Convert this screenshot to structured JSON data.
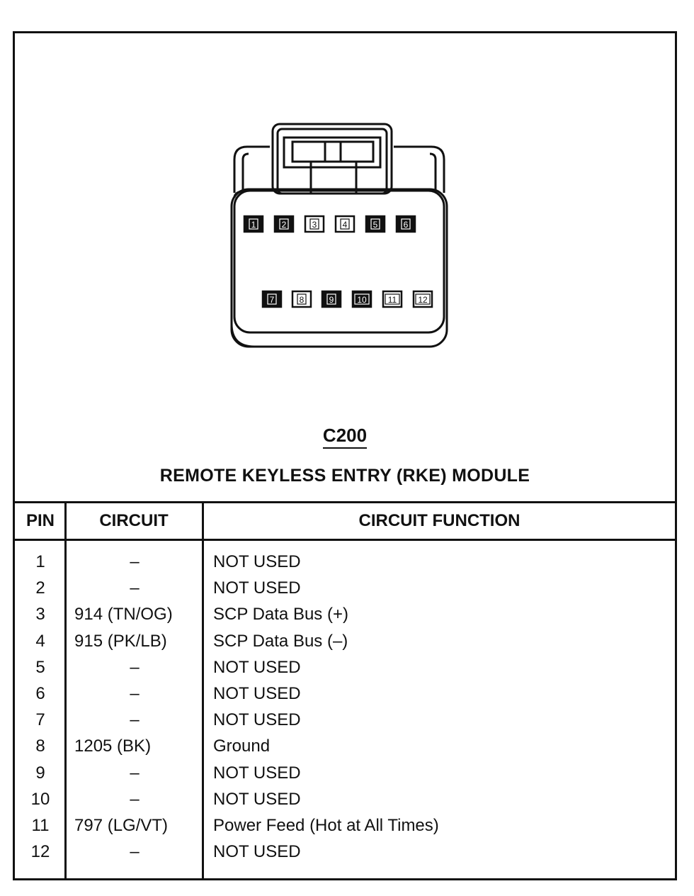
{
  "connector": {
    "id": "C200",
    "title": "REMOTE KEYLESS ENTRY (RKE) MODULE",
    "top_row": [
      {
        "pin": "1",
        "filled": true
      },
      {
        "pin": "2",
        "filled": true
      },
      {
        "pin": "3",
        "filled": false
      },
      {
        "pin": "4",
        "filled": false
      },
      {
        "pin": "5",
        "filled": true
      },
      {
        "pin": "6",
        "filled": true
      }
    ],
    "bottom_row": [
      {
        "pin": "7",
        "filled": true
      },
      {
        "pin": "8",
        "filled": false
      },
      {
        "pin": "9",
        "filled": true
      },
      {
        "pin": "10",
        "filled": true
      },
      {
        "pin": "11",
        "filled": false
      },
      {
        "pin": "12",
        "filled": false
      }
    ]
  },
  "table": {
    "headers": {
      "pin": "PIN",
      "circuit": "CIRCUIT",
      "function": "CIRCUIT FUNCTION"
    },
    "rows": [
      {
        "pin": "1",
        "circuit": "–",
        "function": "NOT USED"
      },
      {
        "pin": "2",
        "circuit": "–",
        "function": "NOT USED"
      },
      {
        "pin": "3",
        "circuit": "914 (TN/OG)",
        "function": "SCP Data Bus (+)"
      },
      {
        "pin": "4",
        "circuit": "915 (PK/LB)",
        "function": "SCP Data Bus (–)"
      },
      {
        "pin": "5",
        "circuit": "–",
        "function": "NOT USED"
      },
      {
        "pin": "6",
        "circuit": "–",
        "function": "NOT USED"
      },
      {
        "pin": "7",
        "circuit": "–",
        "function": "NOT USED"
      },
      {
        "pin": "8",
        "circuit": "1205 (BK)",
        "function": "Ground"
      },
      {
        "pin": "9",
        "circuit": "–",
        "function": "NOT USED"
      },
      {
        "pin": "10",
        "circuit": "–",
        "function": "NOT USED"
      },
      {
        "pin": "11",
        "circuit": "797 (LG/VT)",
        "function": "Power Feed (Hot at All Times)"
      },
      {
        "pin": "12",
        "circuit": "–",
        "function": "NOT USED"
      }
    ]
  }
}
